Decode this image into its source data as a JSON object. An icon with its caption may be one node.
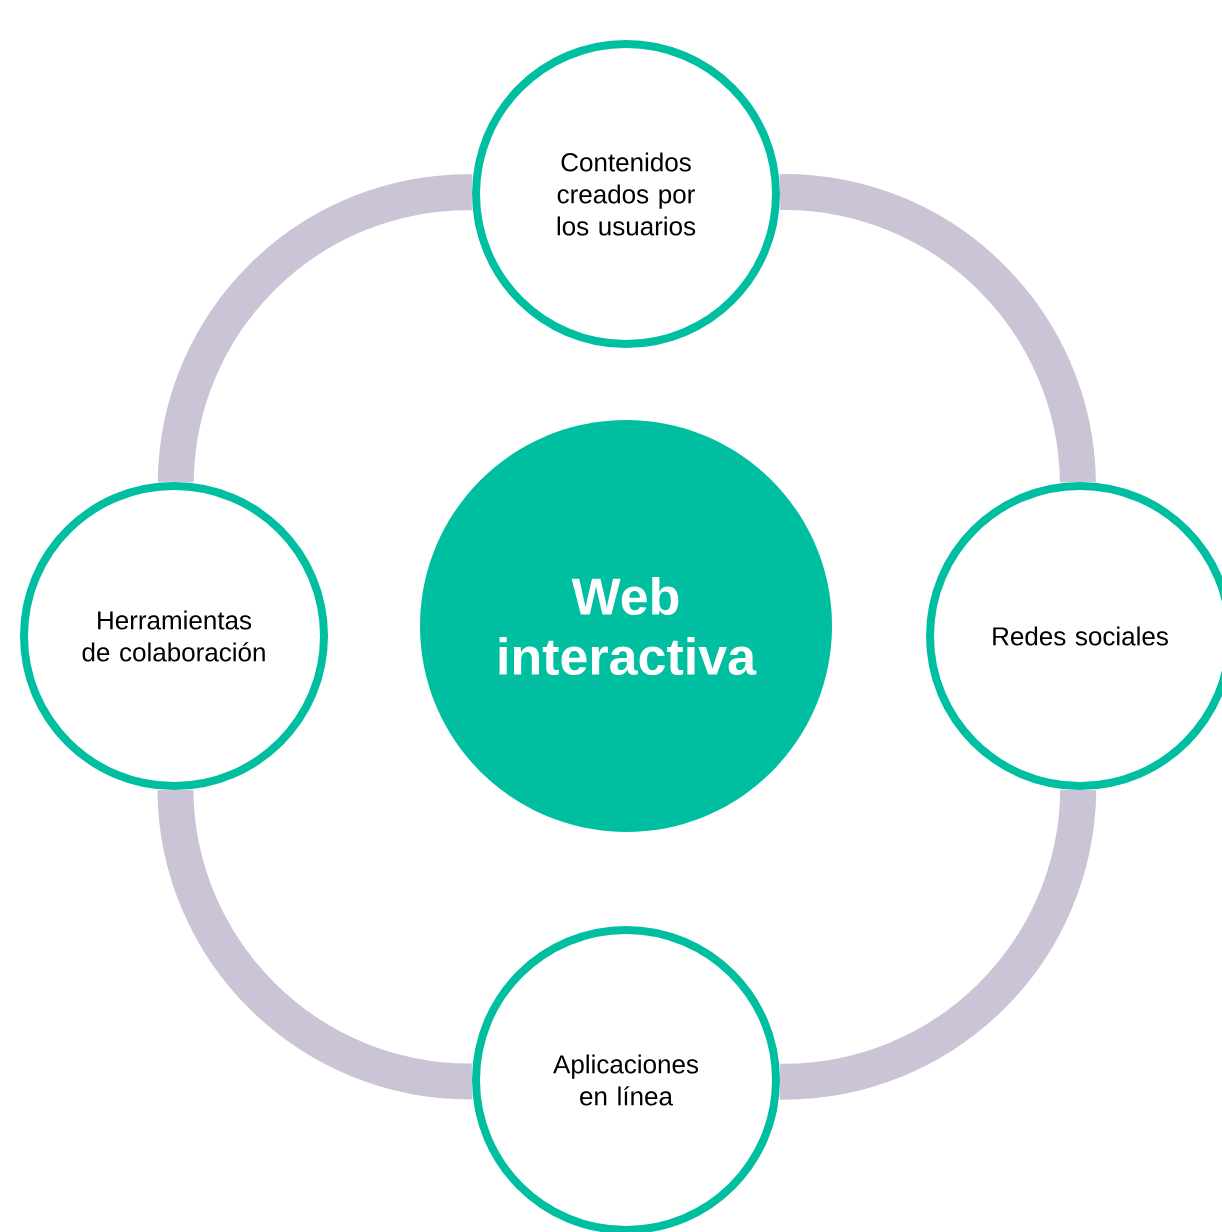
{
  "diagram": {
    "nodes": [
      {
        "text": [
          "Web interactiva"
        ]
      },
      {
        "text": [
          "Contenidos creados por los usuarios"
        ]
      },
      {
        "text": [
          "Redes sociales"
        ]
      },
      {
        "text": [
          "Aplicaciones en línea"
        ]
      },
      {
        "text": [
          "Herramientas de colaboración"
        ]
      }
    ],
    "edges": [
      {
        "from": 1,
        "to": 2,
        "arrow": "none"
      },
      {
        "from": 2,
        "to": 3,
        "arrow": "none"
      },
      {
        "from": 3,
        "to": 4,
        "arrow": "none"
      },
      {
        "from": 4,
        "to": 1,
        "arrow": "none"
      }
    ]
  }
}
